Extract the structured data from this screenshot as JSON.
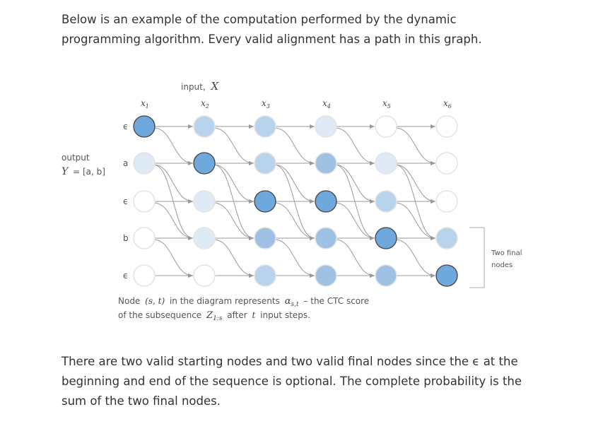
{
  "intro": "Below is an example of the computation performed by the dynamic programming algorithm. Every valid alignment has a path in this graph.",
  "outro": "There are two valid starting nodes and two valid final nodes since the ϵ at the beginning and end of the sequence is optional. The complete probability is the sum of the two final nodes.",
  "diagram": {
    "input_label": "input,",
    "input_var": "X",
    "output_label": "output",
    "output_var": "Y",
    "output_value": "= [a, b]",
    "columns": [
      "x",
      "x",
      "x",
      "x",
      "x",
      "x"
    ],
    "column_subscripts": [
      "1",
      "2",
      "3",
      "4",
      "5",
      "6"
    ],
    "rows": [
      "ϵ",
      "a",
      "ϵ",
      "b",
      "ϵ"
    ],
    "final_nodes_label": [
      "Two final",
      "nodes"
    ],
    "caption_line1_a": "Node",
    "caption_line1_b": "(s, t)",
    "caption_line1_c": "in the diagram represents",
    "caption_line1_d": "α",
    "caption_line1_e": "s,t",
    "caption_line1_f": "– the CTC score",
    "caption_line2_a": "of the subsequence",
    "caption_line2_b": "Z",
    "caption_line2_c": "1:s",
    "caption_line2_d": "after",
    "caption_line2_e": "t",
    "caption_line2_f": "input steps.",
    "colors": {
      "empty": "#ffffff",
      "very_light": "#deeaf6",
      "light": "#b9d3ec",
      "medium": "#9fc1e4",
      "dark": "#6fa8dc",
      "arrow": "#999999",
      "node_stroke": "#e3e3e3",
      "node_stroke_dark": "#444444"
    },
    "grid_levels": [
      [
        "dark",
        "light",
        "light",
        "very_light",
        "empty",
        "empty"
      ],
      [
        "very_light",
        "dark",
        "light",
        "medium",
        "very_light",
        "empty"
      ],
      [
        "empty",
        "very_light",
        "dark",
        "dark",
        "light",
        "empty"
      ],
      [
        "empty",
        "very_light",
        "medium",
        "medium",
        "dark",
        "light"
      ],
      [
        "empty",
        "empty",
        "light",
        "medium",
        "medium",
        "dark"
      ]
    ],
    "bold_outline_nodes": [
      [
        0,
        0
      ],
      [
        1,
        1
      ],
      [
        2,
        2
      ],
      [
        2,
        3
      ],
      [
        3,
        4
      ],
      [
        4,
        5
      ]
    ]
  }
}
